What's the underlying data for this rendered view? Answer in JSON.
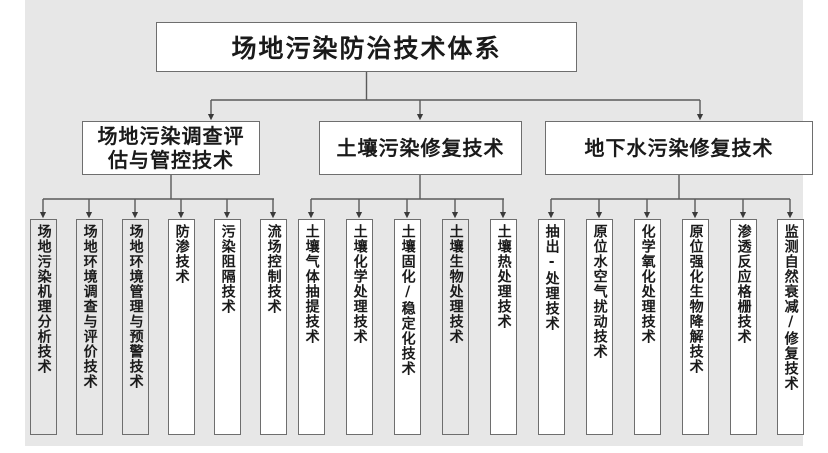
{
  "diagram": {
    "title": "场地污染防治技术体系",
    "type": "tree-hierarchy",
    "background_color": "#e7e7e7",
    "box_border_color": "#6e6e6e",
    "root": {
      "label": "场地污染防治技术体系"
    },
    "branches": [
      {
        "label_line1": "场地污染调查评",
        "label_line2": "估与管控技术",
        "label": "场地污染调查评估与管控技术",
        "leaves": [
          {
            "label": "场地污染机理分析技术",
            "fill": "gray"
          },
          {
            "label": "场地环境调查与评价技术",
            "fill": "gray"
          },
          {
            "label": "场地环境管理与预警技术",
            "fill": "gray"
          },
          {
            "label": "防渗技术",
            "fill": "white"
          },
          {
            "label": "污染阻隔技术",
            "fill": "white"
          },
          {
            "label": "流场控制技术",
            "fill": "white"
          }
        ]
      },
      {
        "label": "土壤污染修复技术",
        "leaves": [
          {
            "label": "土壤气体抽提技术",
            "fill": "white"
          },
          {
            "label": "土壤化学处理技术",
            "fill": "white"
          },
          {
            "label": "土壤固化/稳定化技术",
            "fill": "white"
          },
          {
            "label": "土壤生物处理技术",
            "fill": "gray"
          },
          {
            "label": "土壤热处理技术",
            "fill": "white"
          }
        ]
      },
      {
        "label": "地下水污染修复技术",
        "leaves": [
          {
            "label": "抽出-处理技术",
            "fill": "white"
          },
          {
            "label": "原位水空气扰动技术",
            "fill": "white"
          },
          {
            "label": "化学氧化处理技术",
            "fill": "white"
          },
          {
            "label": "原位强化生物降解技术",
            "fill": "white"
          },
          {
            "label": "渗透反应格栅技术",
            "fill": "white"
          },
          {
            "label": "监测自然衰减/修复技术",
            "fill": "white"
          }
        ]
      }
    ]
  }
}
